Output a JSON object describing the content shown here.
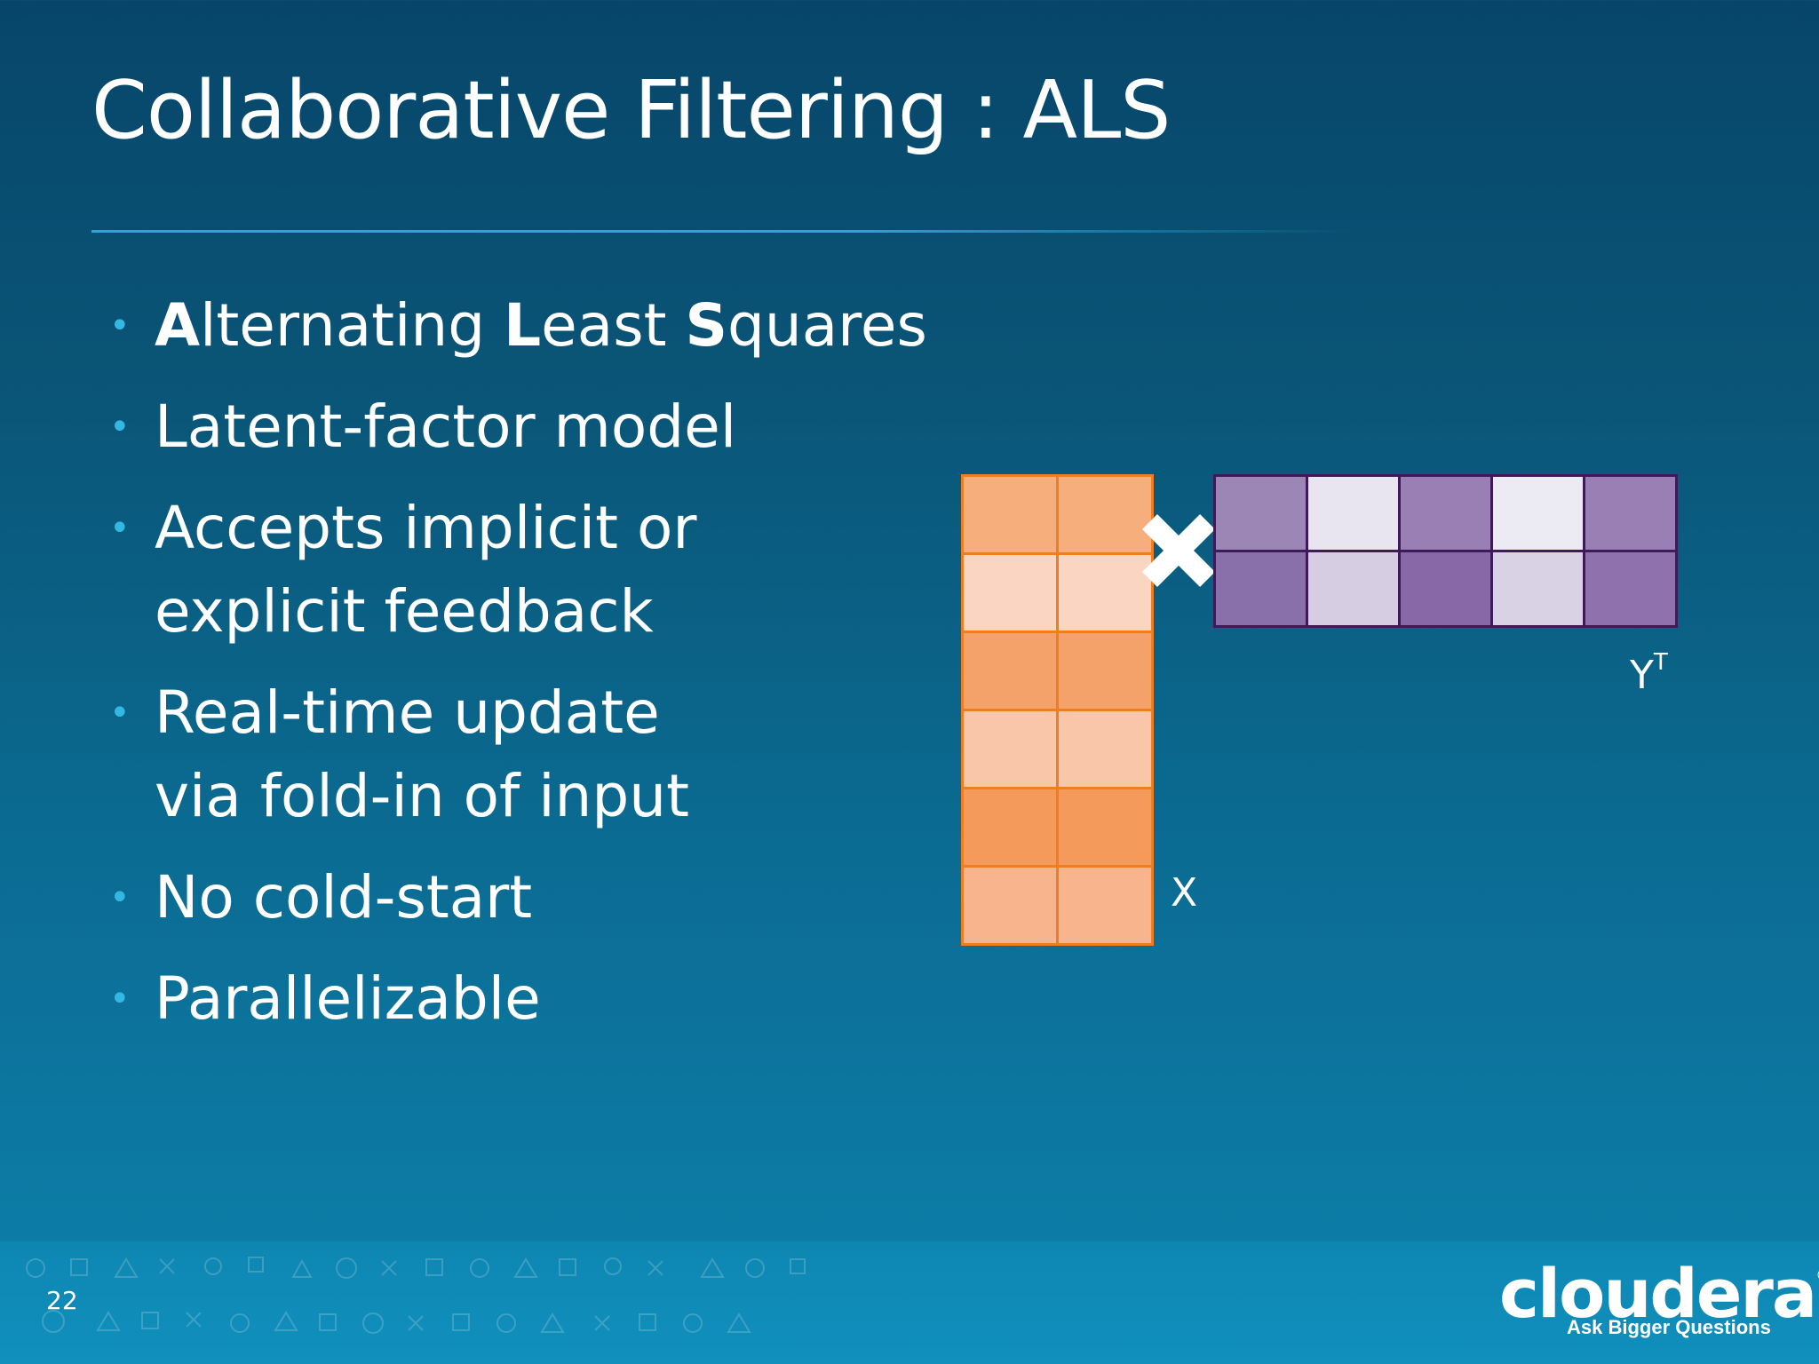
{
  "slide": {
    "title": "Collaborative Filtering : ALS",
    "page_number": "22"
  },
  "bullets": [
    {
      "lines": [
        {
          "parts": [
            {
              "text": "A",
              "bold": true
            },
            {
              "text": "lternating "
            },
            {
              "text": "L",
              "bold": true
            },
            {
              "text": "east "
            },
            {
              "text": "S",
              "bold": true
            },
            {
              "text": "quares"
            }
          ]
        }
      ]
    },
    {
      "lines": [
        {
          "parts": [
            {
              "text": "Latent-factor model"
            }
          ]
        }
      ]
    },
    {
      "lines": [
        {
          "parts": [
            {
              "text": "Accepts implicit or"
            }
          ]
        },
        {
          "parts": [
            {
              "text": "explicit feedback"
            }
          ]
        }
      ]
    },
    {
      "lines": [
        {
          "parts": [
            {
              "text": "Real-time update"
            }
          ]
        },
        {
          "parts": [
            {
              "text": "via fold-in of input"
            }
          ]
        }
      ]
    },
    {
      "lines": [
        {
          "parts": [
            {
              "text": "No cold-start"
            }
          ]
        }
      ]
    },
    {
      "lines": [
        {
          "parts": [
            {
              "text": "Parallelizable"
            }
          ]
        }
      ]
    }
  ],
  "diagram": {
    "matrix_x": {
      "label": "X",
      "cells": [
        "#f5ae7c",
        "#f5ae7c",
        "#fad6c2",
        "#fad6c2",
        "#f4a269",
        "#f4a269",
        "#f9c6aa",
        "#f9c6aa",
        "#f49a5a",
        "#f49a5a",
        "#f8b48c",
        "#f8b48c"
      ]
    },
    "matrix_yt": {
      "label_base": "Y",
      "label_sup": "T",
      "cells": [
        "#9c86b6",
        "#e8e4f0",
        "#9a7fb5",
        "#ecebf3",
        "#9a7fb4",
        "#8a70aa",
        "#d6cde3",
        "#8868a6",
        "#d9d2e4",
        "#8f72ad"
      ]
    },
    "operator_icon": "times-icon"
  },
  "logo": {
    "wordmark": "cloudera",
    "registered": "®",
    "tagline": "Ask Bigger Questions"
  },
  "colors": {
    "accent_blue": "#33b7e3",
    "matrix_x_border": "#ef7d22",
    "matrix_yt_border": "#3d1b58"
  }
}
